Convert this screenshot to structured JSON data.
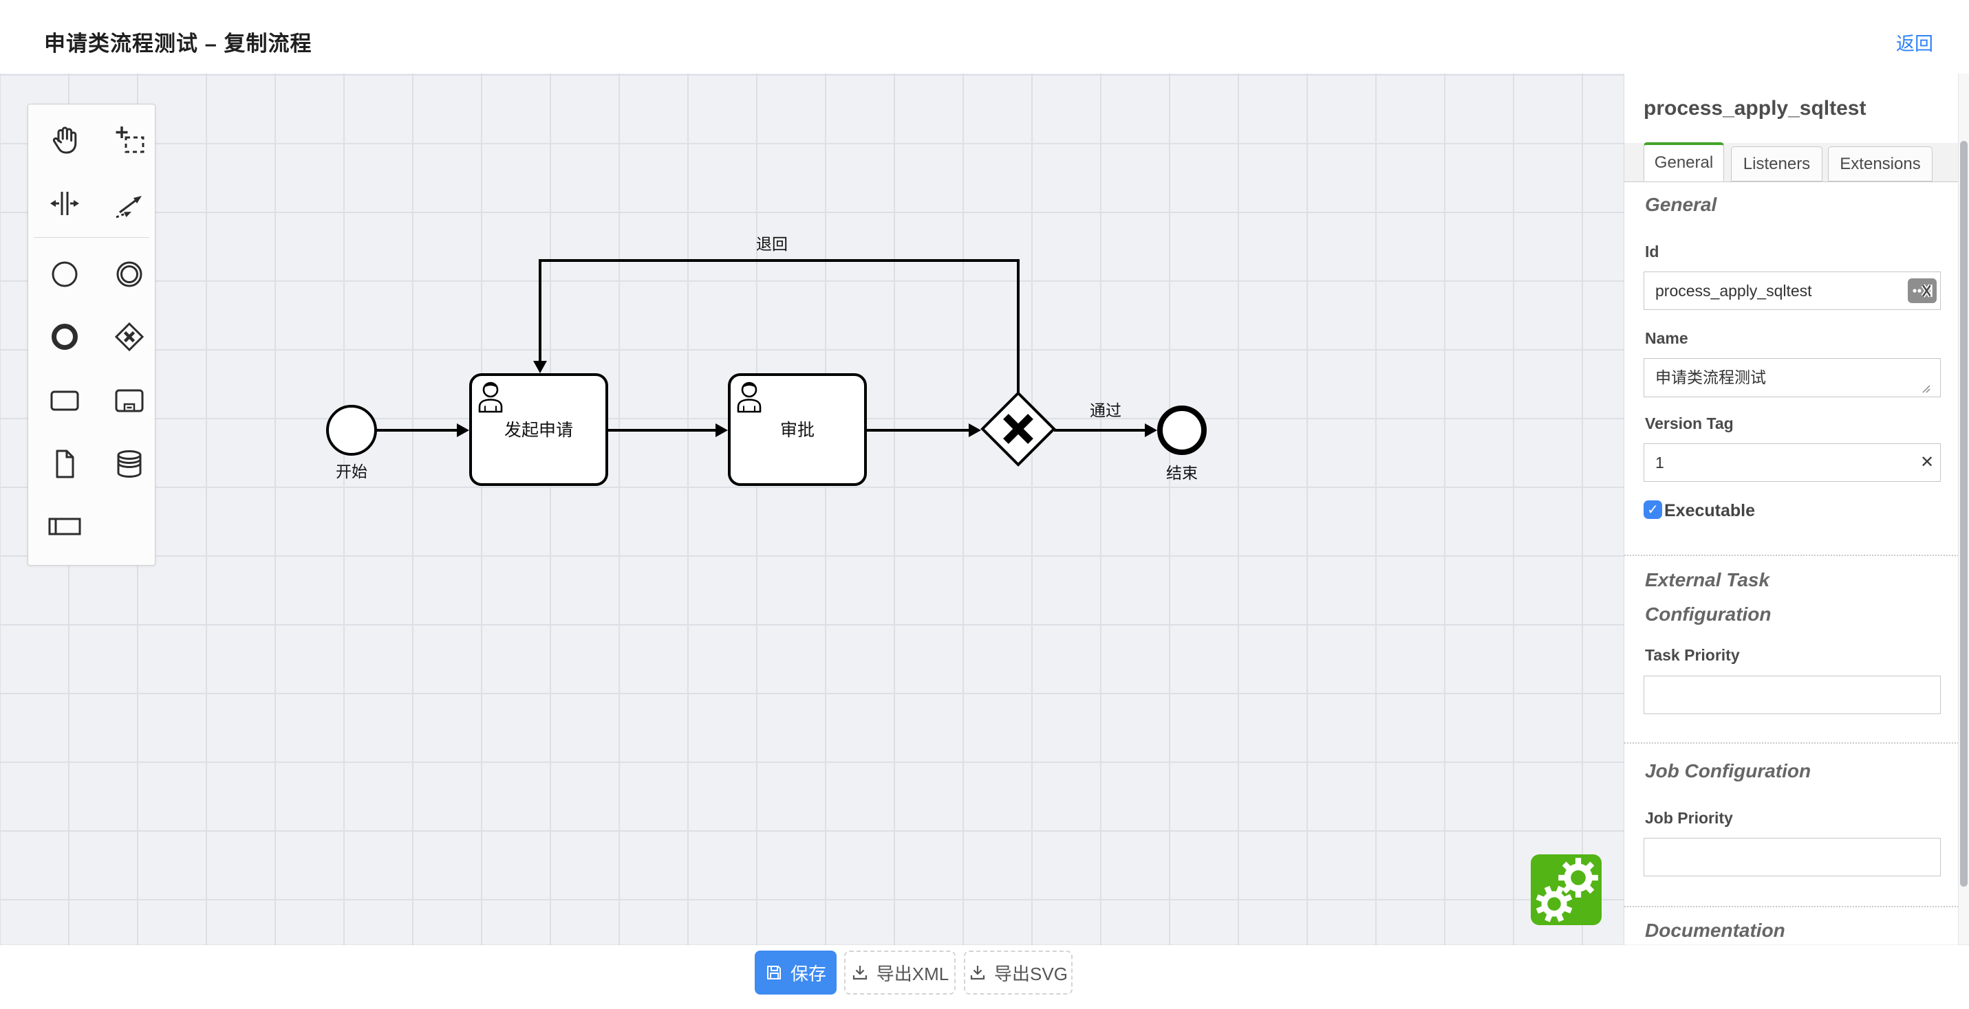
{
  "header": {
    "title": "申请类流程测试 – 复制流程",
    "back_label": "返回"
  },
  "palette": {
    "items": [
      "hand-tool",
      "lasso-tool",
      "space-tool",
      "global-connect-tool",
      "create-start-event",
      "create-intermediate-event",
      "create-end-event",
      "create-exclusive-gateway",
      "create-task",
      "create-subprocess-expanded",
      "create-data-object",
      "create-data-store",
      "create-participant"
    ]
  },
  "diagram": {
    "nodes": {
      "start_event": {
        "label": "开始"
      },
      "task_apply": {
        "label": "发起申请"
      },
      "task_approve": {
        "label": "审批"
      },
      "gateway": {
        "type": "exclusive-xor"
      },
      "end_event": {
        "label": "结束"
      }
    },
    "edges": {
      "pass_label": "通过",
      "reject_label": "退回"
    }
  },
  "panel": {
    "heading": "process_apply_sqltest",
    "tabs": [
      {
        "label": "General",
        "active": true
      },
      {
        "label": "Listeners",
        "active": false
      },
      {
        "label": "Extensions",
        "active": false
      }
    ],
    "general": {
      "title": "General",
      "id_label": "Id",
      "id_value": "process_apply_sqltest",
      "name_label": "Name",
      "name_value": "申请类流程测试",
      "version_label": "Version Tag",
      "version_value": "1",
      "executable_label": "Executable",
      "executable_checked": true
    },
    "external_task": {
      "title": "External Task Configuration",
      "task_priority_label": "Task Priority",
      "task_priority_value": ""
    },
    "job": {
      "title": "Job Configuration",
      "job_priority_label": "Job Priority",
      "job_priority_value": ""
    },
    "documentation": {
      "title": "Documentation"
    }
  },
  "footer": {
    "save_label": "保存",
    "export_xml_label": "导出XML",
    "export_svg_label": "导出SVG"
  },
  "colors": {
    "link_blue": "#2e82f7",
    "button_blue": "#3e8bf2",
    "checkbox_blue": "#3d87f5",
    "tab_active_green": "#43a32b",
    "watermark_green": "#52b415",
    "canvas_bg": "#f0f1f4",
    "grid_line": "#dcdfe5"
  }
}
